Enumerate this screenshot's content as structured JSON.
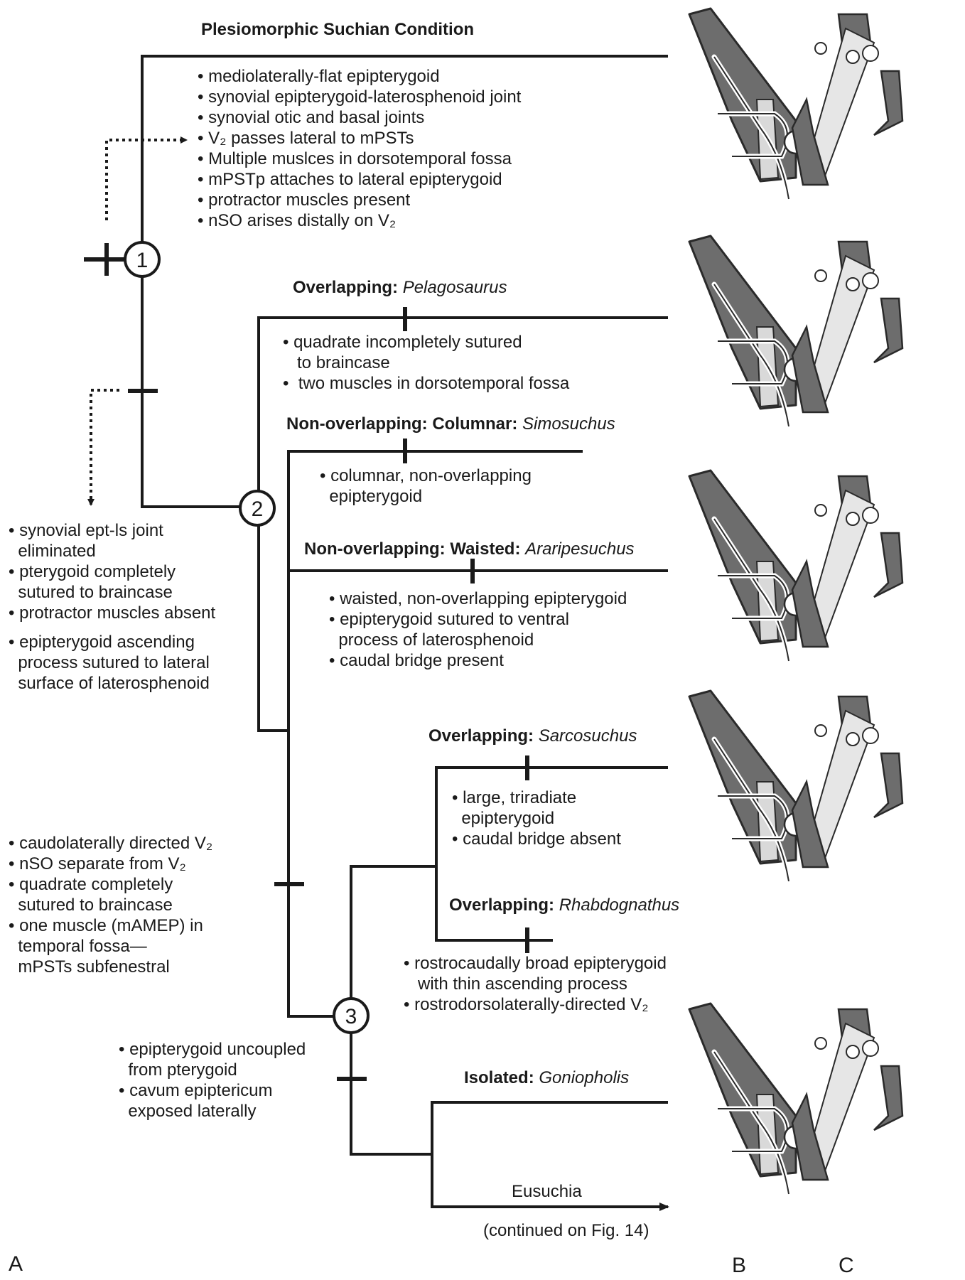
{
  "root": {
    "title": "Plesiomorphic Suchian Condition",
    "traits": [
      "• mediolaterally-flat epipterygoid",
      "• synovial epipterygoid-laterosphenoid joint",
      "• synovial otic and basal joints",
      "• V₂ passes lateral to mPSTs",
      "• Multiple muslces in dorsotemporal fossa",
      "• mPSTp attaches to lateral epipterygoid",
      "• protractor muscles present",
      "• nSO arises distally on V₂"
    ]
  },
  "nodes": [
    "1",
    "2",
    "3"
  ],
  "node2_traits": [
    "• synovial ept-ls joint",
    "  eliminated",
    "• pterygoid completely",
    "  sutured to braincase",
    "• protractor muscles absent",
    "• epipterygoid ascending",
    "  process sutured to lateral",
    "  surface of laterosphenoid"
  ],
  "node3_traits": [
    "• caudolaterally directed V₂",
    "• nSO separate from V₂",
    "• quadrate completely",
    "  sutured to braincase",
    "• one muscle (mAMEP) in",
    "  temporal fossa—",
    "  mPSTs subfenestral"
  ],
  "goniopholis_node_traits": [
    "• epipterygoid uncoupled",
    "  from pterygoid",
    "• cavum epiptericum",
    "  exposed laterally"
  ],
  "taxa": [
    {
      "type_label": "Overlapping:",
      "name": "Pelagosaurus",
      "traits": [
        "• quadrate incompletely sutured",
        "   to braincase",
        "•  two muscles in dorsotemporal fossa"
      ]
    },
    {
      "type_label": "Non-overlapping: Columnar:",
      "name": "Simosuchus",
      "traits": [
        "• columnar, non-overlapping",
        "  epipterygoid"
      ]
    },
    {
      "type_label": "Non-overlapping: Waisted:",
      "name": "Araripesuchus",
      "traits": [
        "• waisted, non-overlapping epipterygoid",
        "• epipterygoid sutured to ventral",
        "  process of laterosphenoid",
        "• caudal bridge present"
      ]
    },
    {
      "type_label": "Overlapping:",
      "name": "Sarcosuchus",
      "traits": [
        "• large, triradiate",
        "  epipterygoid",
        "• caudal bridge absent"
      ]
    },
    {
      "type_label": "Overlapping:",
      "name": "Rhabdognathus",
      "traits": [
        "• rostrocaudally broad epipterygoid",
        "   with thin ascending process",
        "• rostrodorsolaterally-directed V₂"
      ]
    },
    {
      "type_label": "Isolated:",
      "name": "Goniopholis",
      "traits": []
    }
  ],
  "eusuchia": {
    "label": "Eusuchia",
    "note": "(continued on Fig. 14)"
  },
  "panel_labels": [
    "A",
    "B",
    "C"
  ],
  "colors": {
    "line": "#1a1a1a",
    "bone_dark": "#6d6d6d",
    "bone_light": "#d9d9d9",
    "muscle": "#e6e6e6",
    "outline": "#2a2a2a"
  }
}
